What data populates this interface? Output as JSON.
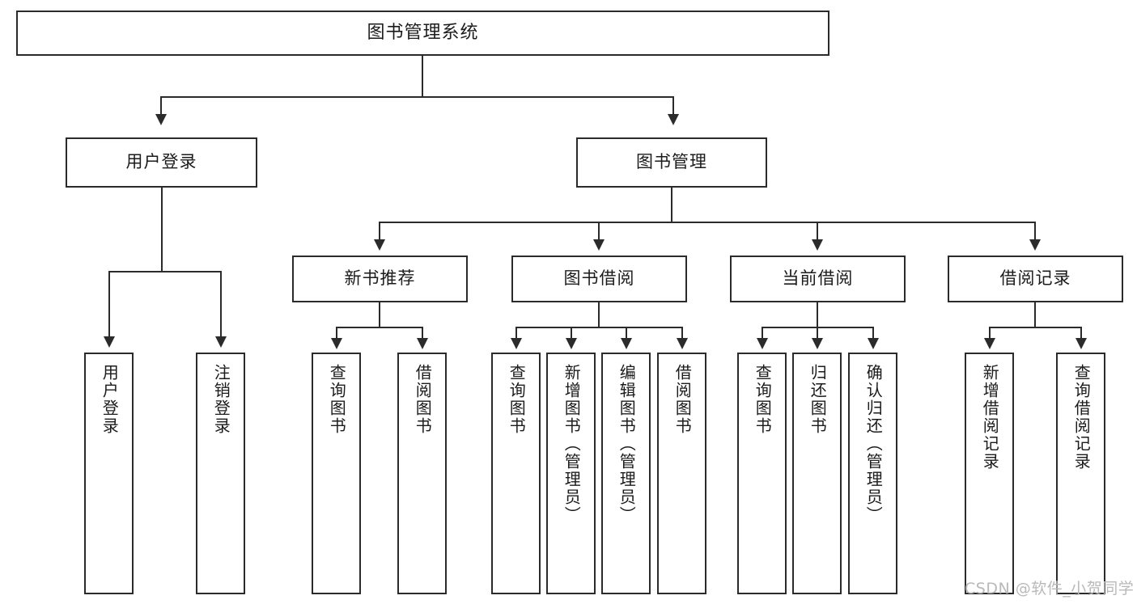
{
  "diagram": {
    "type": "tree-hierarchy-chart",
    "title": "图书管理系统",
    "orientation": "top-down",
    "box_fill": "#ffffff",
    "box_stroke": "#2b2b2b",
    "text_color": "#1b1b1b",
    "background": "#ffffff"
  },
  "root": {
    "label": "图书管理系统"
  },
  "level2": [
    {
      "id": "user-login",
      "label": "用户登录"
    },
    {
      "id": "book-manage",
      "label": "图书管理"
    }
  ],
  "level3": [
    {
      "id": "new-book-recommend",
      "label": "新书推荐",
      "parent": "book-manage"
    },
    {
      "id": "book-borrow",
      "label": "图书借阅",
      "parent": "book-manage"
    },
    {
      "id": "current-borrow",
      "label": "当前借阅",
      "parent": "book-manage"
    },
    {
      "id": "borrow-record",
      "label": "借阅记录",
      "parent": "book-manage"
    }
  ],
  "leaves": {
    "user_login": [
      {
        "id": "leaf-user-login",
        "label": "用户登录"
      },
      {
        "id": "leaf-logout",
        "label": "注销登录"
      }
    ],
    "new_book_recommend": [
      {
        "id": "leaf-query-book-1",
        "label": "查询图书"
      },
      {
        "id": "leaf-borrow-book-1",
        "label": "借阅图书"
      }
    ],
    "book_borrow": [
      {
        "id": "leaf-query-book-2",
        "label": "查询图书"
      },
      {
        "id": "leaf-add-book",
        "label": "新增图书（管理员）"
      },
      {
        "id": "leaf-edit-book",
        "label": "编辑图书（管理员）"
      },
      {
        "id": "leaf-borrow-book-2",
        "label": "借阅图书"
      }
    ],
    "current_borrow": [
      {
        "id": "leaf-query-book-3",
        "label": "查询图书"
      },
      {
        "id": "leaf-return-book",
        "label": "归还图书"
      },
      {
        "id": "leaf-confirm-return",
        "label": "确认归还（管理员）"
      }
    ],
    "borrow_record": [
      {
        "id": "leaf-add-record",
        "label": "新增借阅记录"
      },
      {
        "id": "leaf-query-record",
        "label": "查询借阅记录"
      }
    ]
  },
  "watermark": {
    "text": "CSDN @软件_小贺同学"
  }
}
